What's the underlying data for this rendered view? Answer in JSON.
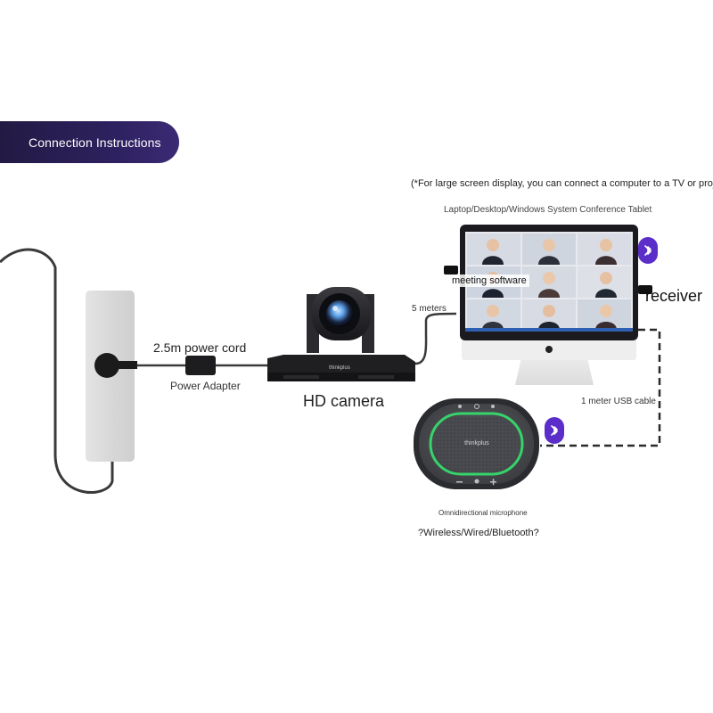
{
  "header": {
    "title": "Connection Instructions"
  },
  "diagram": {
    "note": "(*For large screen display, you can connect a computer to a TV or projec",
    "laptop_label": "Laptop/Desktop/Windows System Conference Tablet",
    "software_label": "meeting software",
    "receiver_label": "receiver",
    "cable_5m_label": "5 meters",
    "power_cord_label": "2.5m power cord",
    "power_adapter_label": "Power Adapter",
    "camera_label": "HD camera",
    "camera_brand": "thinkplus",
    "mic_brand": "thinkplus",
    "usb_cable_label": "1 meter USB cable",
    "mic_label": "Omnidirectional microphone",
    "mic_modes_label": "?Wireless/Wired/Bluetooth?"
  },
  "icons": {
    "bluetooth_monitor": "bluetooth-icon",
    "bluetooth_mic": "bluetooth-icon"
  },
  "colors": {
    "header_bg": "#2e2160",
    "bluetooth_bg": "#5b2dc9",
    "mic_ring": "#37d36b",
    "cable": "#3a3a3a"
  }
}
